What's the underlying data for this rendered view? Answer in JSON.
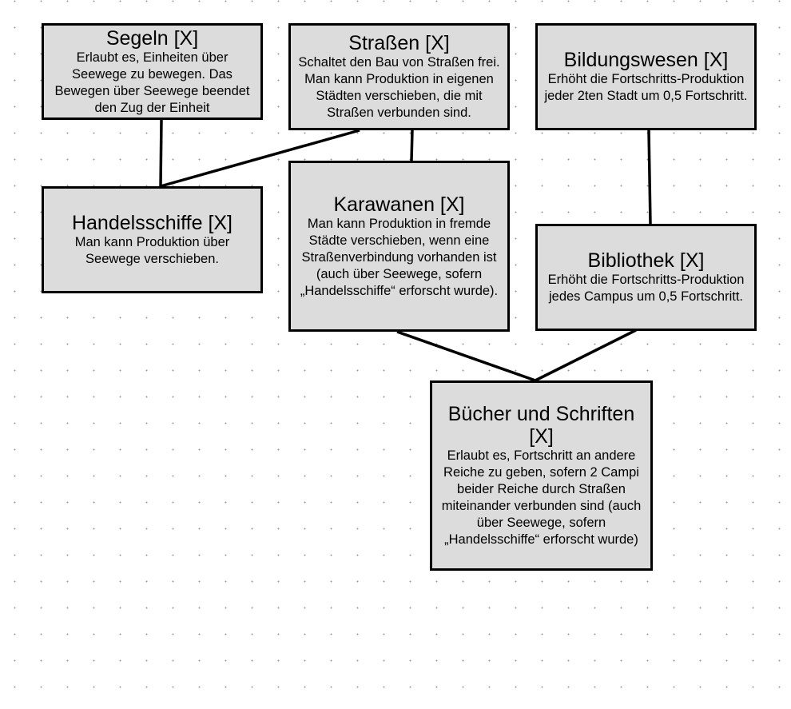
{
  "nodes": {
    "segeln": {
      "title": "Segeln [X]",
      "desc": "Erlaubt es, Einheiten über Seewege zu bewegen. Das Bewegen über Seewege beendet den Zug der Einheit"
    },
    "strassen": {
      "title": "Straßen [X]",
      "desc": "Schaltet den Bau von Straßen frei. Man kann Produktion in eigenen Städten verschieben, die mit Straßen verbunden sind."
    },
    "bildung": {
      "title": "Bildungswesen [X]",
      "desc": "Erhöht die Fortschritts-Produktion jeder 2ten Stadt um 0,5 Fortschritt."
    },
    "handel": {
      "title": "Handelsschiffe [X]",
      "desc": "Man kann Produktion über Seewege verschieben."
    },
    "karawanen": {
      "title": "Karawanen [X]",
      "desc": "Man kann Produktion in fremde Städte verschieben, wenn eine Straßenverbindung vorhanden ist (auch über Seewege, sofern „Handelsschiffe“ erforscht wurde)."
    },
    "bibliothek": {
      "title": "Bibliothek [X]",
      "desc": "Erhöht die Fortschritts-Produktion jedes Campus um 0,5 Fortschritt."
    },
    "buecher": {
      "title": "Bücher und Schriften [X]",
      "desc": "Erlaubt es, Fortschritt an andere Reiche zu geben, sofern 2 Campi beider Reiche durch Straßen miteinander verbunden sind (auch über Seewege, sofern „Handelsschiffe“ erforscht wurde)"
    }
  },
  "edges": [
    {
      "from": "segeln",
      "to": "handel"
    },
    {
      "from": "strassen",
      "to": "handel"
    },
    {
      "from": "strassen",
      "to": "karawanen"
    },
    {
      "from": "bildung",
      "to": "bibliothek"
    },
    {
      "from": "karawanen",
      "to": "buecher"
    },
    {
      "from": "bibliothek",
      "to": "buecher"
    }
  ]
}
